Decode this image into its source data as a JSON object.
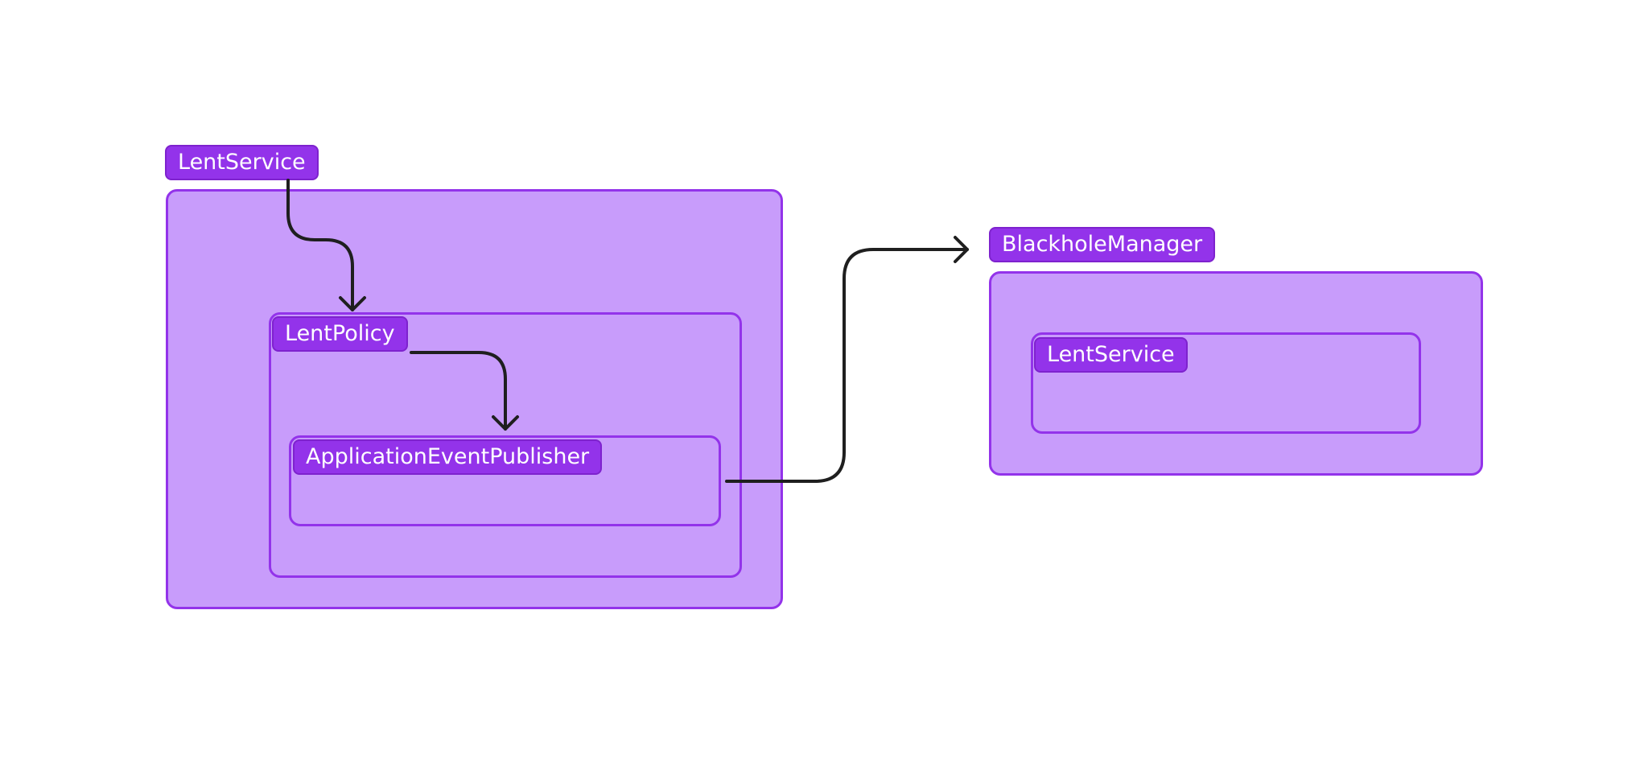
{
  "diagram": {
    "colors": {
      "container_fill": "#c89cfb",
      "container_border": "#9333ea",
      "label_fill": "#9333ea",
      "label_text": "#ffffff",
      "arrow": "#1f1f1f"
    },
    "left_group": {
      "label": "LentService",
      "policy": {
        "label": "LentPolicy",
        "publisher": {
          "label": "ApplicationEventPublisher"
        }
      }
    },
    "right_group": {
      "label": "BlackholeManager",
      "inner": {
        "label": "LentService"
      }
    },
    "edges": [
      {
        "from": "LentService",
        "to": "LentPolicy"
      },
      {
        "from": "LentPolicy",
        "to": "ApplicationEventPublisher"
      },
      {
        "from": "ApplicationEventPublisher",
        "to": "BlackholeManager"
      }
    ]
  }
}
